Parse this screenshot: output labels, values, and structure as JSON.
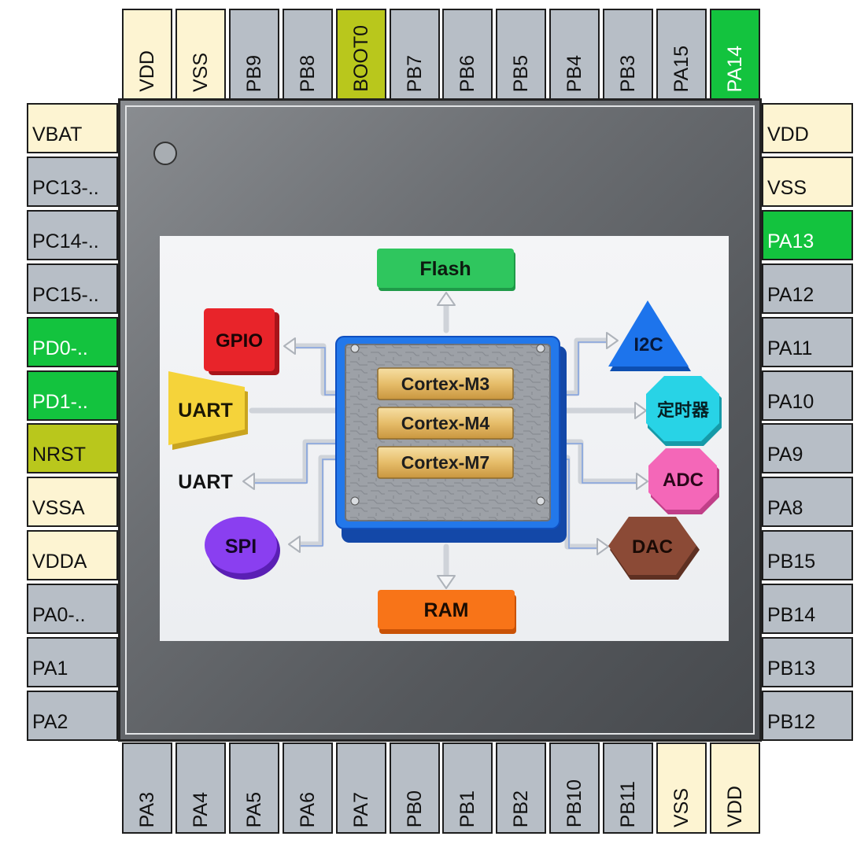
{
  "pins": {
    "top": [
      {
        "label": "VDD",
        "kind": "power"
      },
      {
        "label": "VSS",
        "kind": "power"
      },
      {
        "label": "PB9",
        "kind": "io"
      },
      {
        "label": "PB8",
        "kind": "io"
      },
      {
        "label": "BOOT0",
        "kind": "olive"
      },
      {
        "label": "PB7",
        "kind": "io"
      },
      {
        "label": "PB6",
        "kind": "io"
      },
      {
        "label": "PB5",
        "kind": "io"
      },
      {
        "label": "PB4",
        "kind": "io"
      },
      {
        "label": "PB3",
        "kind": "io"
      },
      {
        "label": "PA15",
        "kind": "io"
      },
      {
        "label": "PA14",
        "kind": "green"
      }
    ],
    "left": [
      {
        "label": "VBAT",
        "kind": "power"
      },
      {
        "label": "PC13-..",
        "kind": "io"
      },
      {
        "label": "PC14-..",
        "kind": "io"
      },
      {
        "label": "PC15-..",
        "kind": "io"
      },
      {
        "label": "PD0-..",
        "kind": "green"
      },
      {
        "label": "PD1-..",
        "kind": "green"
      },
      {
        "label": "NRST",
        "kind": "olive"
      },
      {
        "label": "VSSA",
        "kind": "power"
      },
      {
        "label": "VDDA",
        "kind": "power"
      },
      {
        "label": "PA0-..",
        "kind": "io"
      },
      {
        "label": "PA1",
        "kind": "io"
      },
      {
        "label": "PA2",
        "kind": "io"
      }
    ],
    "right": [
      {
        "label": "VDD",
        "kind": "power"
      },
      {
        "label": "VSS",
        "kind": "power"
      },
      {
        "label": "PA13",
        "kind": "green"
      },
      {
        "label": "PA12",
        "kind": "io"
      },
      {
        "label": "PA11",
        "kind": "io"
      },
      {
        "label": "PA10",
        "kind": "io"
      },
      {
        "label": "PA9",
        "kind": "io"
      },
      {
        "label": "PA8",
        "kind": "io"
      },
      {
        "label": "PB15",
        "kind": "io"
      },
      {
        "label": "PB14",
        "kind": "io"
      },
      {
        "label": "PB13",
        "kind": "io"
      },
      {
        "label": "PB12",
        "kind": "io"
      }
    ],
    "bottom": [
      {
        "label": "PA3",
        "kind": "io"
      },
      {
        "label": "PA4",
        "kind": "io"
      },
      {
        "label": "PA5",
        "kind": "io"
      },
      {
        "label": "PA6",
        "kind": "io"
      },
      {
        "label": "PA7",
        "kind": "io"
      },
      {
        "label": "PB0",
        "kind": "io"
      },
      {
        "label": "PB1",
        "kind": "io"
      },
      {
        "label": "PB2",
        "kind": "io"
      },
      {
        "label": "PB10",
        "kind": "io"
      },
      {
        "label": "PB11",
        "kind": "io"
      },
      {
        "label": "VSS",
        "kind": "power"
      },
      {
        "label": "VDD",
        "kind": "power"
      }
    ]
  },
  "diagram": {
    "cores": [
      "Cortex-M3",
      "Cortex-M4",
      "Cortex-M7"
    ],
    "flash": "Flash",
    "ram": "RAM",
    "gpio": "GPIO",
    "uart_in": "UART",
    "uart_out": "UART",
    "spi": "SPI",
    "i2c": "I2C",
    "timer": "定时器",
    "adc": "ADC",
    "dac": "DAC"
  },
  "colors": {
    "power": "#fdf4d2",
    "io": "#b7bec6",
    "green": "#13c33e",
    "olive": "#b9c71c",
    "flash": "#2fc65e",
    "ram": "#f87418",
    "gpio": "#e8242a",
    "uart": "#f5d33a",
    "spi": "#8a3ff0",
    "i2c": "#1d74ec",
    "timer": "#28d3e6",
    "adc": "#f467b8",
    "dac": "#8b4a36",
    "mcu": "#1f72e6"
  }
}
